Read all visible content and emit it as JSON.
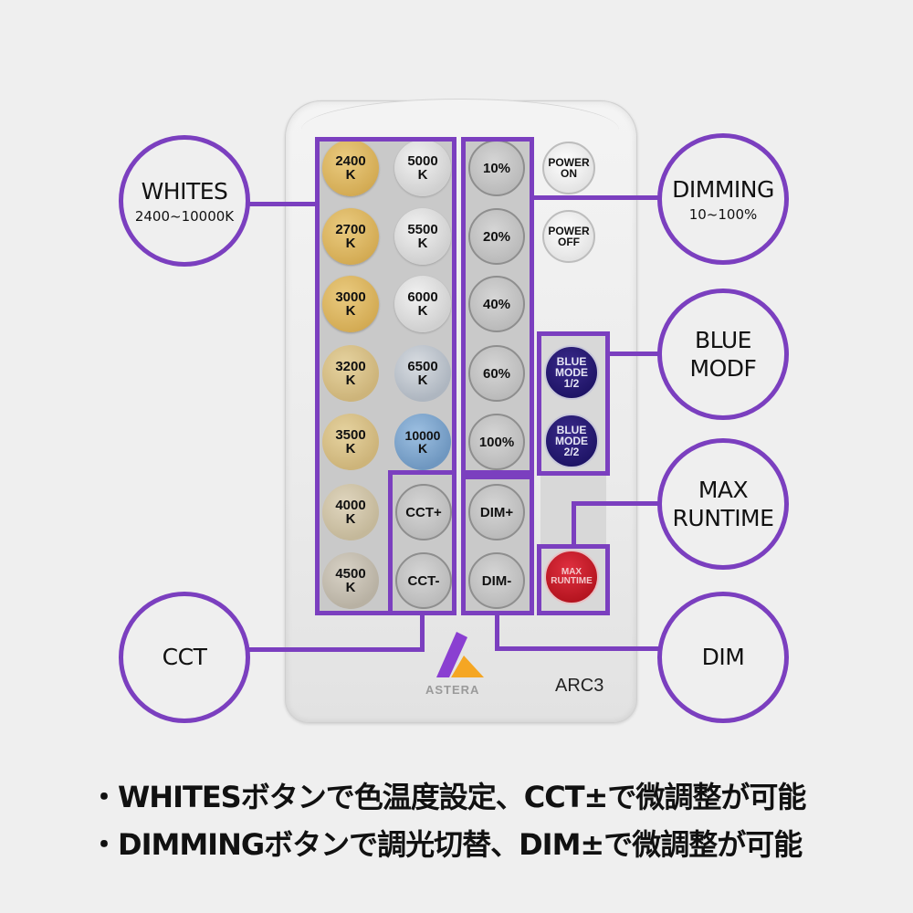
{
  "remote": {
    "brand": "ASTERA",
    "model": "ARC3",
    "whites_buttons": [
      {
        "line1": "2400",
        "line2": "K"
      },
      {
        "line1": "5000",
        "line2": "K"
      },
      {
        "line1": "2700",
        "line2": "K"
      },
      {
        "line1": "5500",
        "line2": "K"
      },
      {
        "line1": "3000",
        "line2": "K"
      },
      {
        "line1": "6000",
        "line2": "K"
      },
      {
        "line1": "3200",
        "line2": "K"
      },
      {
        "line1": "6500",
        "line2": "K"
      },
      {
        "line1": "3500",
        "line2": "K"
      },
      {
        "line1": "10000",
        "line2": "K"
      },
      {
        "line1": "4000",
        "line2": "K"
      },
      {
        "line1": "4500",
        "line2": "K"
      }
    ],
    "cct_buttons": [
      "CCT+",
      "CCT-"
    ],
    "dimming_buttons": [
      "10%",
      "20%",
      "40%",
      "60%",
      "100%"
    ],
    "dim_buttons": [
      "DIM+",
      "DIM-"
    ],
    "power_on": {
      "line1": "POWER",
      "line2": "ON"
    },
    "power_off": {
      "line1": "POWER",
      "line2": "OFF"
    },
    "blue_mode_1": {
      "line1": "BLUE",
      "line2": "MODE",
      "line3": "1/2"
    },
    "blue_mode_2": {
      "line1": "BLUE",
      "line2": "MODE",
      "line3": "2/2"
    },
    "max_runtime": {
      "line1": "MAX",
      "line2": "RUNTIME"
    }
  },
  "callouts": {
    "whites": {
      "title": "WHITES",
      "sub": "2400~10000K"
    },
    "dimming": {
      "title": "DIMMING",
      "sub": "10~100%"
    },
    "blue_mode": {
      "line1": "BLUE",
      "line2": "MODF"
    },
    "max_runtime": {
      "line1": "MAX",
      "line2": "RUNTIME"
    },
    "cct": {
      "title": "CCT"
    },
    "dim": {
      "title": "DIM"
    }
  },
  "notes": [
    "・WHITESボタンで色温度設定、CCT±で微調整が可能",
    "・DIMMINGボタンで調光切替、DIM±で微調整が可能"
  ],
  "colors": {
    "accent": "#7b3fbf",
    "background": "#efefef",
    "blue_button": "#1e1466",
    "red_button": "#b4141f",
    "logo_purple": "#8a3fd1",
    "logo_orange": "#f5a623"
  }
}
